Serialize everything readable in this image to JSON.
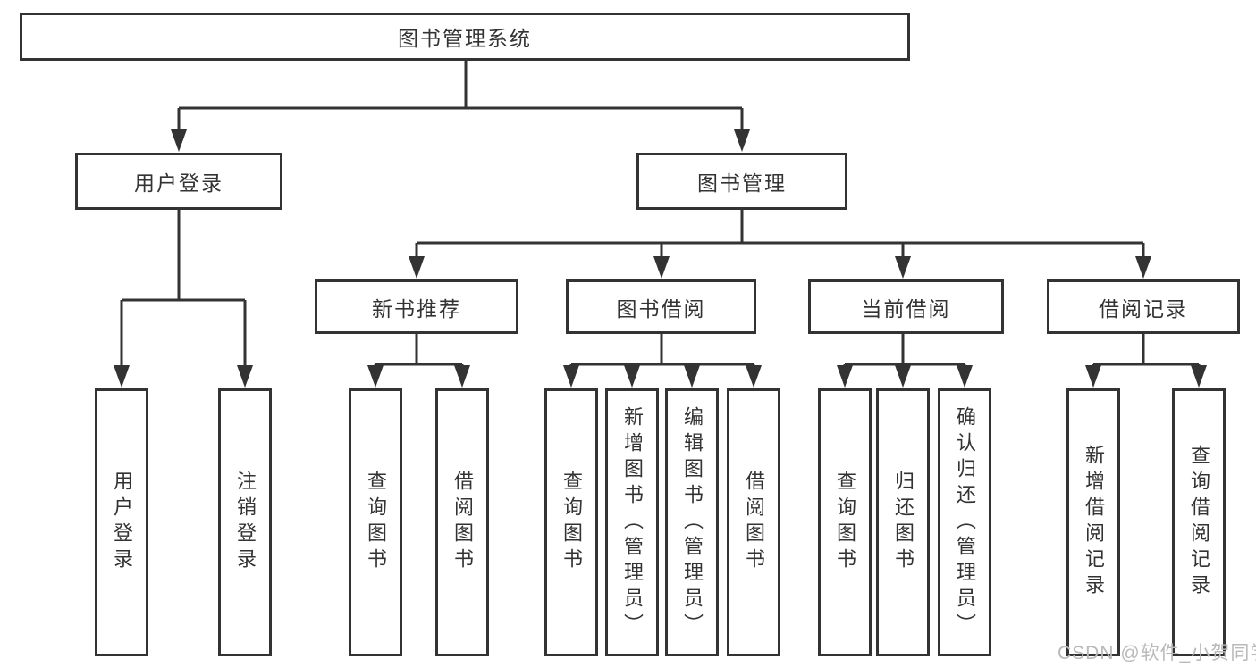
{
  "colors": {
    "line": "#333333",
    "text": "#333333",
    "background": "#ffffff",
    "watermark": "#b9b9b9"
  },
  "watermark": {
    "text": "CSDN @软件_小贺同学"
  },
  "diagram": {
    "root": {
      "label": "图书管理系统"
    },
    "branches": [
      {
        "label": "用户登录",
        "leaves": [
          {
            "label": "用户登录"
          },
          {
            "label": "注销登录"
          }
        ]
      },
      {
        "label": "图书管理",
        "children": [
          {
            "label": "新书推荐",
            "leaves": [
              {
                "label": "查询图书"
              },
              {
                "label": "借阅图书"
              }
            ]
          },
          {
            "label": "图书借阅",
            "leaves": [
              {
                "label": "查询图书"
              },
              {
                "label": "新增图书（管理员）"
              },
              {
                "label": "编辑图书（管理员）"
              },
              {
                "label": "借阅图书"
              }
            ]
          },
          {
            "label": "当前借阅",
            "leaves": [
              {
                "label": "查询图书"
              },
              {
                "label": "归还图书"
              },
              {
                "label": "确认归还（管理员）"
              }
            ]
          },
          {
            "label": "借阅记录",
            "leaves": [
              {
                "label": "新增借阅记录"
              },
              {
                "label": "查询借阅记录"
              }
            ]
          }
        ]
      }
    ]
  }
}
